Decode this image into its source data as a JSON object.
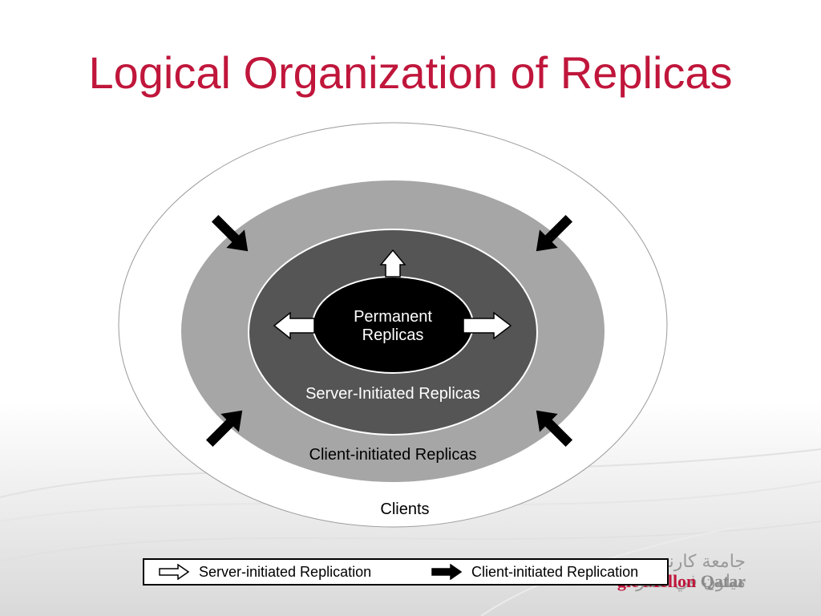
{
  "slide": {
    "title": "Logical Organization of Replicas"
  },
  "diagram": {
    "labels": {
      "permanent": "Permanent Replicas",
      "server_initiated": "Server-Initiated Replicas",
      "client_initiated": "Client-initiated Replicas",
      "clients": "Clients"
    },
    "colors": {
      "title": "#c0163b",
      "outer_ring": "#ffffff",
      "client_ring": "#a6a6a6",
      "server_ring": "#555555",
      "permanent_core": "#000000"
    }
  },
  "legend": {
    "server_replication": "Server-initiated Replication",
    "client_replication": "Client-initiated Replication",
    "server_icon": "white-arrow-icon",
    "client_icon": "black-arrow-icon"
  },
  "logo": {
    "arabic": "جامعة كارنيجي ميلون في قطر",
    "part1": "gie Mellon",
    "part2": " Qatar"
  }
}
